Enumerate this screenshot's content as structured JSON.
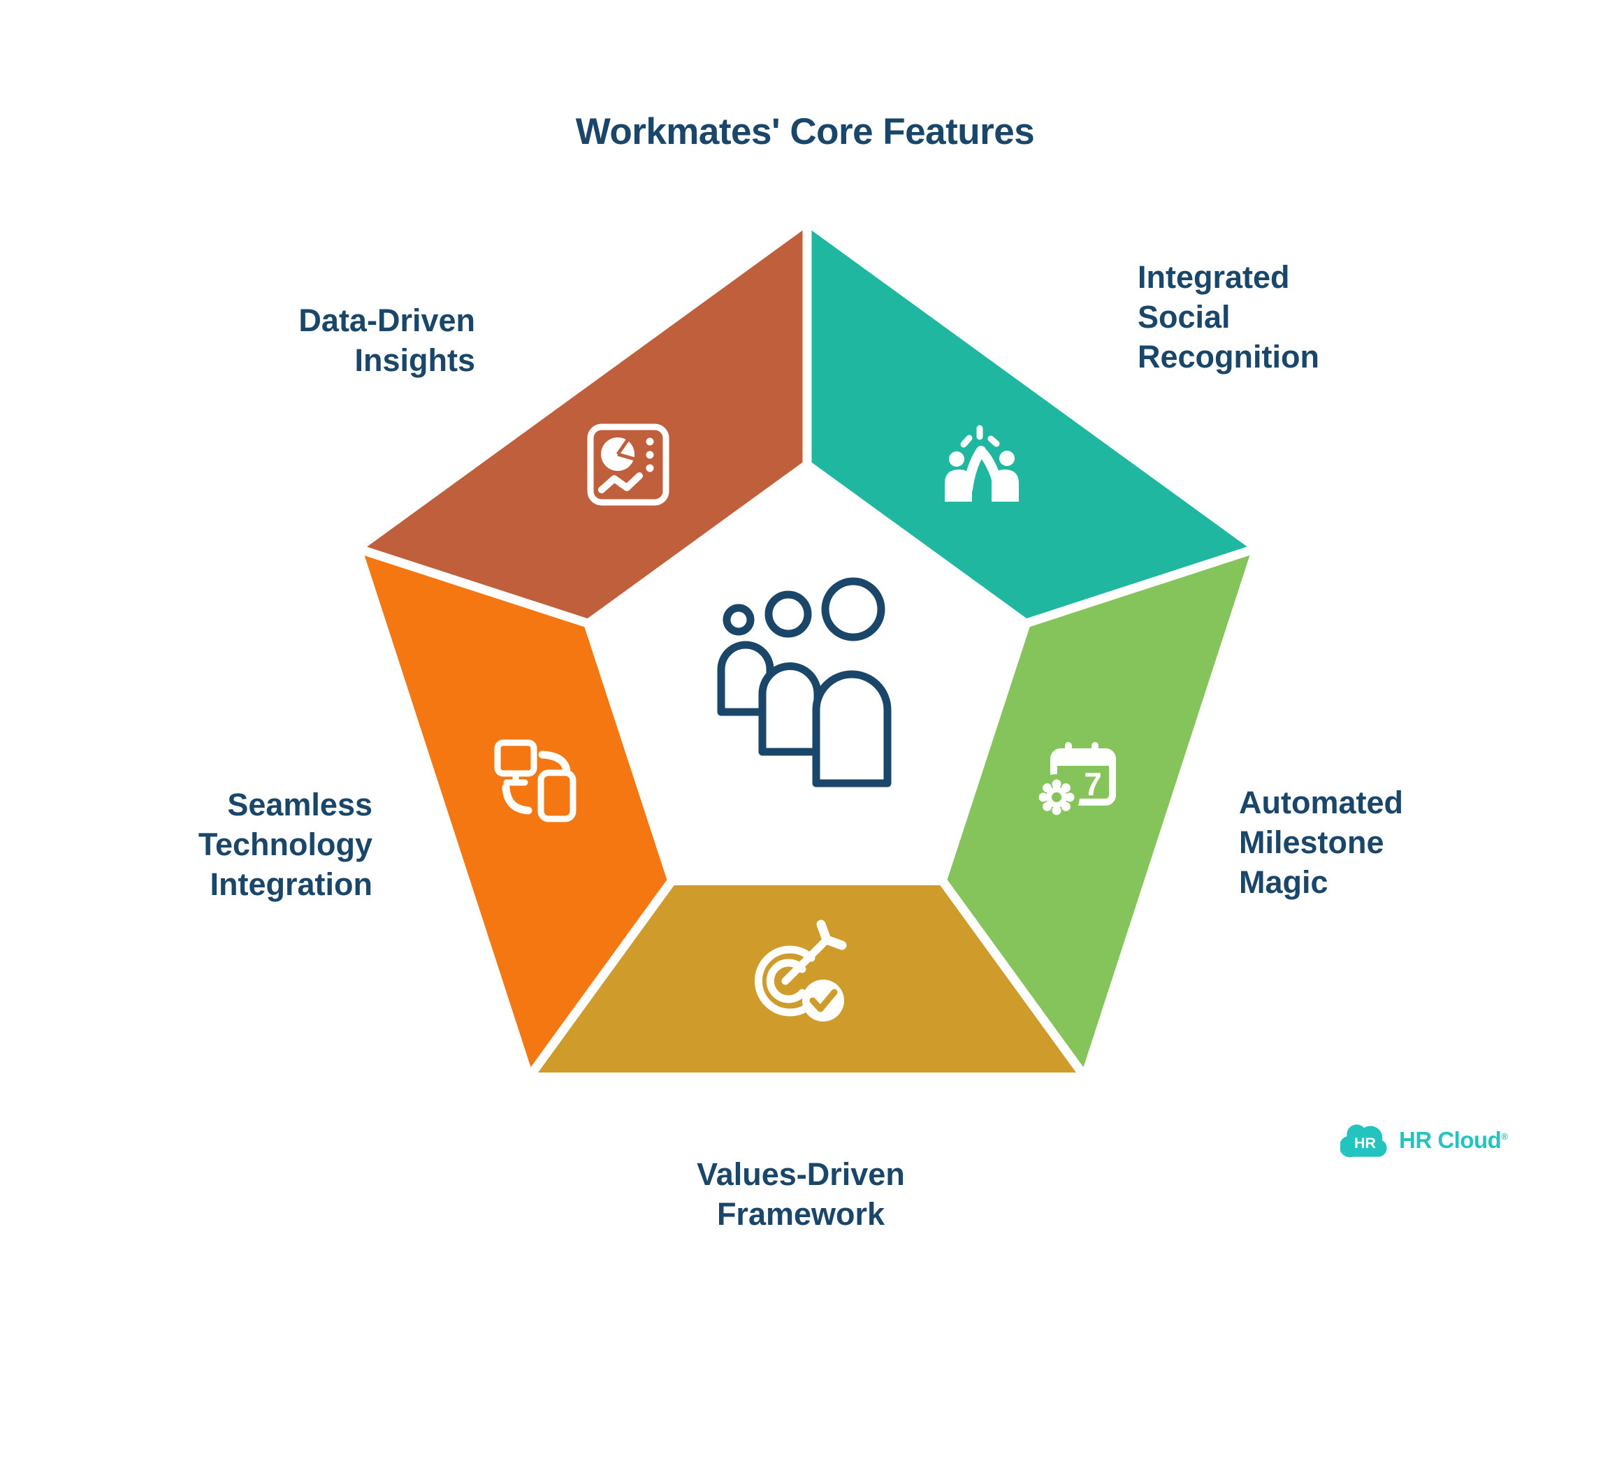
{
  "title": "Workmates' Core Features",
  "colors": {
    "navy_text": "#1A4669",
    "background": "#FFFFFF",
    "divider_gap": "#FFFFFF",
    "icon_white": "#FFFFFF"
  },
  "pentagon": {
    "center_icon": "people-group-icon",
    "segment_count": 5
  },
  "segments": [
    {
      "label": "Data-Driven\nInsights",
      "color": "#C05F3B",
      "icon": "dashboard-chart-icon"
    },
    {
      "label": "Integrated\nSocial\nRecognition",
      "color": "#1FB79F",
      "icon": "high-five-icon"
    },
    {
      "label": "Automated\nMilestone\nMagic",
      "color": "#85C35B",
      "icon": "calendar-gear-icon",
      "calendar_number": "7"
    },
    {
      "label": "Values-Driven\nFramework",
      "color": "#CF9B2B",
      "icon": "target-check-icon"
    },
    {
      "label": "Seamless\nTechnology\nIntegration",
      "color": "#F57712",
      "icon": "device-sync-icon"
    }
  ],
  "logo": {
    "badge": "HR",
    "name": "HR Cloud",
    "registered": "®",
    "color": "#23C4C0"
  }
}
